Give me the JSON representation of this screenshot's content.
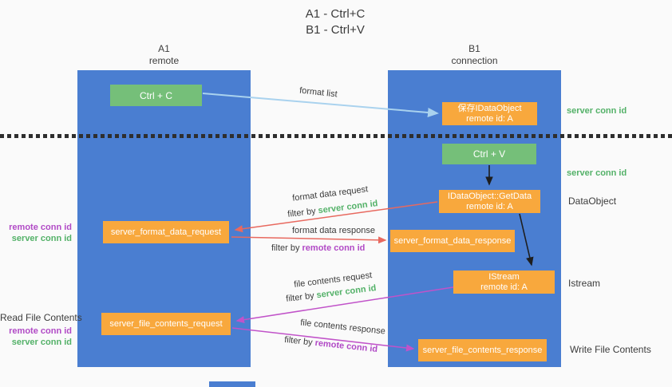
{
  "title": {
    "line1": "A1 - Ctrl+C",
    "line2": "B1 - Ctrl+V"
  },
  "lanes": {
    "a": {
      "id": "A1",
      "name": "remote"
    },
    "b": {
      "id": "B1",
      "name": "connection"
    }
  },
  "nodes": {
    "ctrl_c": {
      "label": "Ctrl + C"
    },
    "save_dataobject": {
      "line1": "保存IDataObject",
      "line2": "remote id: A"
    },
    "ctrl_v": {
      "label": "Ctrl + V"
    },
    "getdata": {
      "line1": "IDataObject::GetData",
      "line2": "remote id: A"
    },
    "format_request": {
      "label": "server_format_data_request"
    },
    "format_response": {
      "label": "server_format_data_response"
    },
    "istream": {
      "line1": "IStream",
      "line2": "remote id: A"
    },
    "file_request": {
      "label": "server_file_contents_request"
    },
    "file_response": {
      "label": "server_file_contents_response"
    }
  },
  "edge_labels": {
    "format_list": "format list",
    "format_data_request": "format data request",
    "format_data_request_filter_prefix": "filter by ",
    "format_data_request_filter_key": "server conn id",
    "format_data_response": "format data response",
    "format_data_response_filter_prefix": "filter by ",
    "format_data_response_filter_key": "remote conn id",
    "file_contents_request": "file contents request",
    "file_contents_request_filter_prefix": "filter by ",
    "file_contents_request_filter_key": "server conn id",
    "file_contents_response": "file contents response",
    "file_contents_response_filter_prefix": "filter by ",
    "file_contents_response_filter_key": "remote conn id"
  },
  "side_labels": {
    "right_server_conn_id_top": "server conn id",
    "right_server_conn_id_mid": "server conn id",
    "right_dataobject": "DataObject",
    "right_istream": "Istream",
    "right_write_file_contents": "Write File Contents",
    "left_remote_conn_id_top": "remote conn id",
    "left_server_conn_id_top": "server conn id",
    "left_read_file_contents": "Read File Contents",
    "left_remote_conn_id_bottom": "remote conn id",
    "left_server_conn_id_bottom": "server conn id"
  },
  "colors": {
    "lane_blue": "#4a7ed1",
    "node_green": "#75bf79",
    "node_orange": "#f8a83d",
    "accent_green": "#53b168",
    "accent_purple": "#b14ac6",
    "arrow_red": "#e8695f",
    "arrow_magenta": "#c153c9",
    "arrow_blue": "#a9d2ee",
    "arrow_black": "#1e1e1e",
    "background": "#fafafa"
  }
}
